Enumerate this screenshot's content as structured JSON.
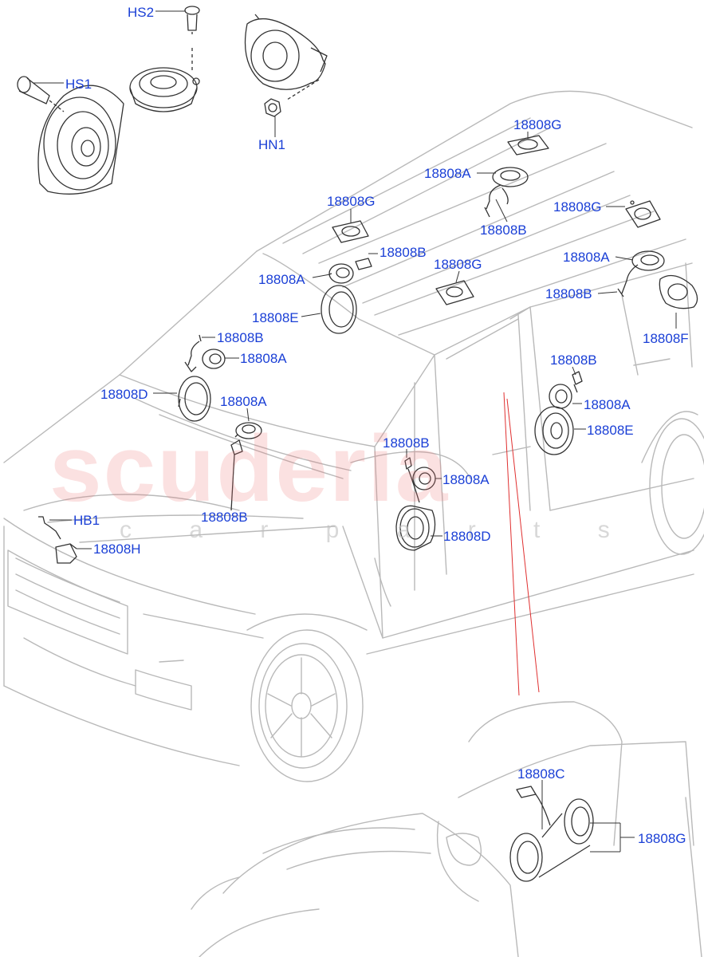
{
  "watermark": {
    "brand": "scuderia",
    "tagline": "c a r p a r t s"
  },
  "callouts": [
    {
      "id": "hs2",
      "text": "HS2"
    },
    {
      "id": "hs1",
      "text": "HS1"
    },
    {
      "id": "hn1",
      "text": "HN1"
    },
    {
      "id": "g-roof-front",
      "text": "18808G"
    },
    {
      "id": "a-roof",
      "text": "18808A"
    },
    {
      "id": "b-roof",
      "text": "18808B"
    },
    {
      "id": "g-roof-right",
      "text": "18808G"
    },
    {
      "id": "g-roof-left",
      "text": "18808G"
    },
    {
      "id": "b-left-dash",
      "text": "18808B"
    },
    {
      "id": "a-left-dash",
      "text": "18808A"
    },
    {
      "id": "g-roof-mid",
      "text": "18808G"
    },
    {
      "id": "a-right-rear",
      "text": "18808A"
    },
    {
      "id": "b-right-rear",
      "text": "18808B"
    },
    {
      "id": "e-left",
      "text": "18808E"
    },
    {
      "id": "f-right-rear",
      "text": "18808F"
    },
    {
      "id": "b-left-door",
      "text": "18808B"
    },
    {
      "id": "a-left-door",
      "text": "18808A"
    },
    {
      "id": "d-left",
      "text": "18808D"
    },
    {
      "id": "b-right-door",
      "text": "18808B"
    },
    {
      "id": "a-right-door",
      "text": "18808A"
    },
    {
      "id": "a-center",
      "text": "18808A"
    },
    {
      "id": "e-right",
      "text": "18808E"
    },
    {
      "id": "b-center",
      "text": "18808B"
    },
    {
      "id": "a-front-door",
      "text": "18808A"
    },
    {
      "id": "b-front",
      "text": "18808B"
    },
    {
      "id": "hb1",
      "text": "HB1"
    },
    {
      "id": "d-front-door",
      "text": "18808D"
    },
    {
      "id": "h-front",
      "text": "18808H"
    },
    {
      "id": "c-seat",
      "text": "18808C"
    },
    {
      "id": "g-seat",
      "text": "18808G"
    }
  ],
  "colors": {
    "label": "#1a3fd6",
    "outline": "#b9b9b9",
    "part": "#333333",
    "leader_red": "#e03030"
  }
}
